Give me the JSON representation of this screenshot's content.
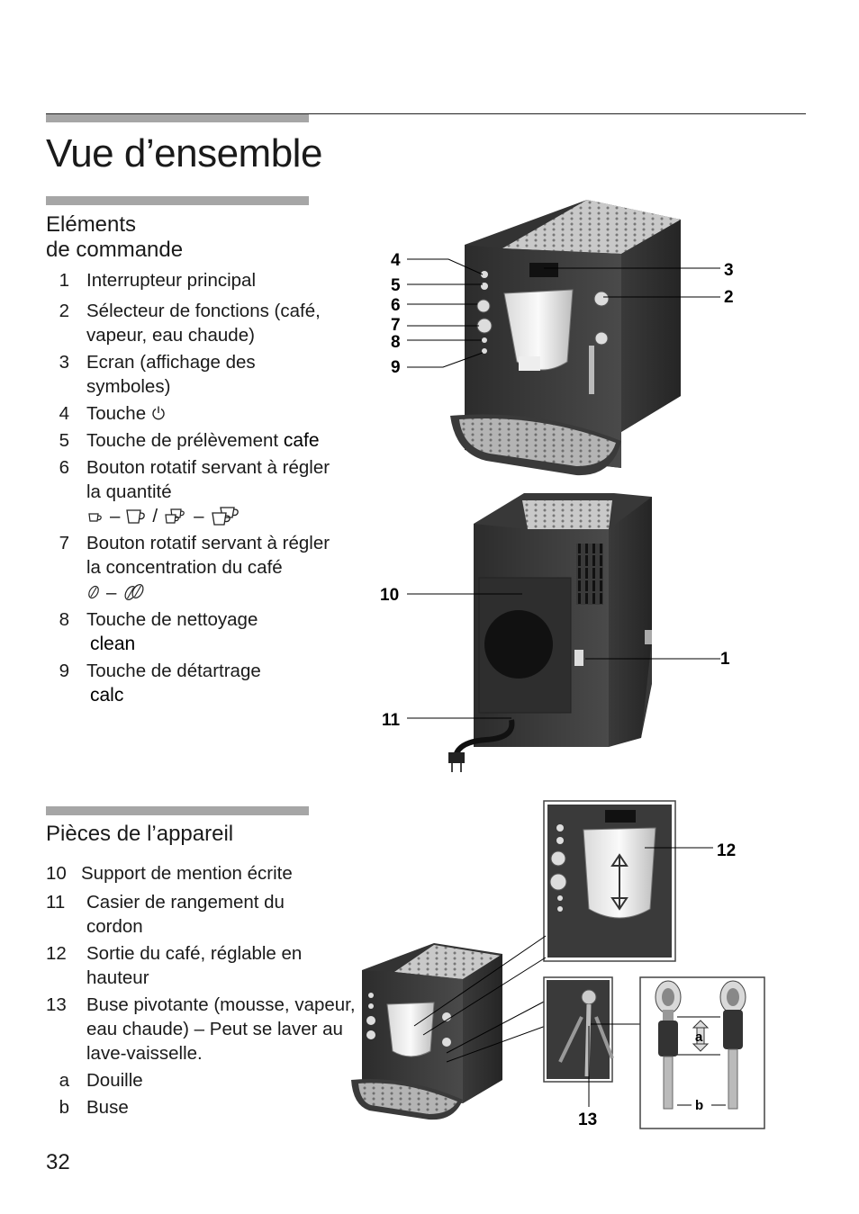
{
  "title": "Vue d’ensemble",
  "page_number": "32",
  "sections": {
    "controls": {
      "heading_line1": "Eléments",
      "heading_line2": "de commande",
      "items": [
        {
          "num": "1",
          "text": "Interrupteur principal"
        },
        {
          "num": "2",
          "text": "Sélecteur de fonctions (café, vapeur, eau chaude)"
        },
        {
          "num": "3",
          "text": "Ecran (affichage des symboles)"
        },
        {
          "num": "4",
          "text": "Touche"
        },
        {
          "num": "5",
          "text": "Touche de prélèvement",
          "keyword": "cafe"
        },
        {
          "num": "6",
          "text": "Bouton rotatif servant à régler la quantité"
        },
        {
          "num": "7",
          "text": "Bouton rotatif servant à régler la concentration du café"
        },
        {
          "num": "8",
          "text": "Touche de nettoyage",
          "keyword": "clean"
        },
        {
          "num": "9",
          "text": "Touche de détartrage",
          "keyword": "calc"
        }
      ]
    },
    "parts": {
      "heading": "Pièces de l’appareil",
      "items": [
        {
          "num": "10",
          "text": "Support de mention écrite"
        },
        {
          "num": "11",
          "text": "Casier de rangement du cordon"
        },
        {
          "num": "12",
          "text": "Sortie du café, réglable en hauteur"
        },
        {
          "num": "13",
          "text": "Buse pivotante (mousse, vapeur, eau chaude) – Peut se laver au lave-vaisselle."
        },
        {
          "num": "a",
          "text": "Douille"
        },
        {
          "num": "b",
          "text": "Buse"
        }
      ]
    }
  },
  "callouts": [
    "1",
    "2",
    "3",
    "4",
    "5",
    "6",
    "7",
    "8",
    "9",
    "10",
    "11",
    "12",
    "13",
    "a",
    "b"
  ],
  "symbols": {
    "dash": "–",
    "slash": "/"
  },
  "icons": [
    "power-icon",
    "cup-small-icon",
    "cup-large-icon",
    "double-cup-small-icon",
    "double-cup-large-icon",
    "bean-mild-icon",
    "bean-strong-icon"
  ]
}
